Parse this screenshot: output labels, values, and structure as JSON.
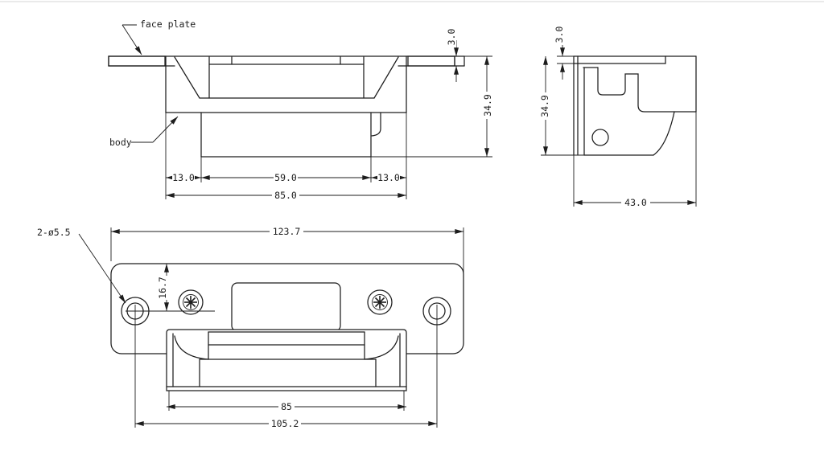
{
  "front_view": {
    "label_face_plate": "face plate",
    "label_body": "body",
    "dim_plate_thickness": "3.0",
    "dim_total_height": "34.9",
    "dim_left_offset": "13.0",
    "dim_body_width": "59.0",
    "dim_right_offset": "13.0",
    "dim_flange_width": "85.0"
  },
  "side_view": {
    "dim_plate_thickness": "3.0",
    "dim_total_height": "34.9",
    "dim_depth": "43.0"
  },
  "bottom_view": {
    "dim_holes": "2-ø5.5",
    "dim_plate_length": "123.7",
    "dim_hole_offset": "16.7",
    "dim_body_width": "85",
    "dim_hole_spacing": "105.2"
  },
  "colors": {
    "line": "#1d1d1d",
    "background": "#ffffff"
  }
}
